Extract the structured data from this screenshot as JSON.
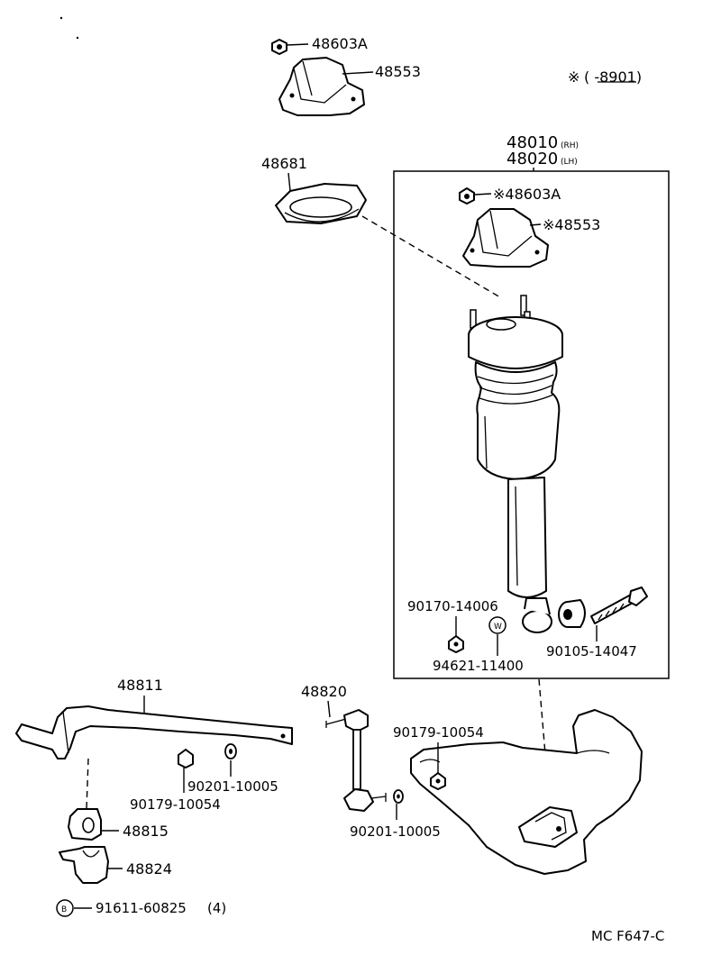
{
  "diagram_code": "MC F647-C",
  "applicability_note": {
    "symbol": "※",
    "range": "(       -8901)"
  },
  "assembly": {
    "rh_number": "48010",
    "rh_suffix": "(RH)",
    "lh_number": "48020",
    "lh_suffix": "(LH)"
  },
  "parts": {
    "nut_top": "48603A",
    "support_top": "48553",
    "insulator": "48681",
    "nut_inside": "※48603A",
    "support_inside": "※48553",
    "bushing_nut": "90170-14006",
    "washer_w": "94621-11400",
    "lower_bolt": "90105-14047",
    "stabilizer_bar": "48811",
    "stab_link": "48820",
    "bar_nut": "90179-10054",
    "bar_washer": "90201-10005",
    "arm_nut": "90179-10054",
    "link_washer": "90201-10005",
    "bushing": "48815",
    "bracket": "48824",
    "bolt_b": "91611-60825",
    "bolt_b_qty": "(4)"
  },
  "symbols": {
    "w_badge": "W",
    "b_badge": "B"
  }
}
